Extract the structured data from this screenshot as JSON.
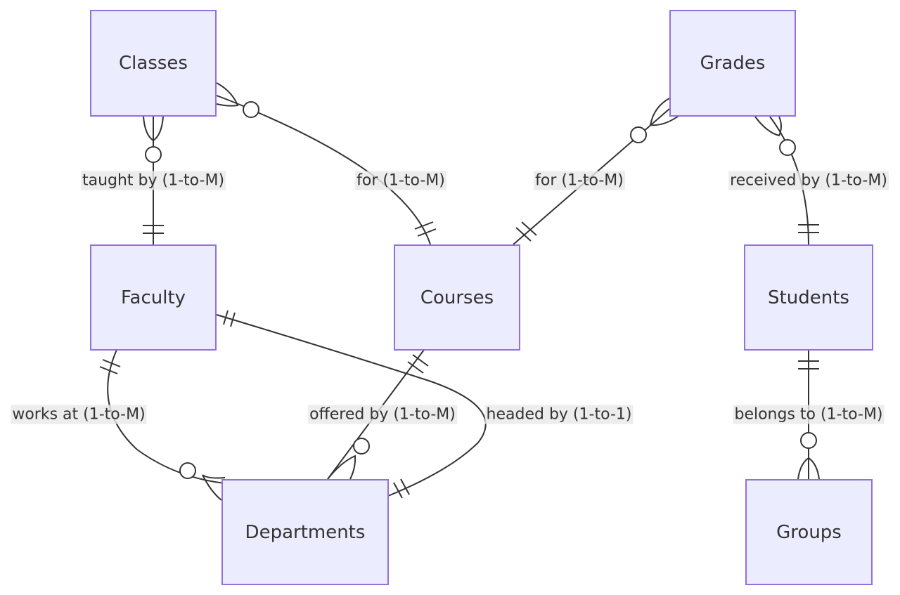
{
  "entities": {
    "classes": "Classes",
    "grades": "Grades",
    "faculty": "Faculty",
    "courses": "Courses",
    "students": "Students",
    "departments": "Departments",
    "groups": "Groups"
  },
  "relationships": [
    {
      "id": "classes-faculty",
      "from": "Classes",
      "to": "Faculty",
      "label": "taught by (1-to-M)"
    },
    {
      "id": "classes-courses",
      "from": "Classes",
      "to": "Courses",
      "label": "for (1-to-M)"
    },
    {
      "id": "grades-courses",
      "from": "Grades",
      "to": "Courses",
      "label": "for (1-to-M)"
    },
    {
      "id": "grades-students",
      "from": "Grades",
      "to": "Students",
      "label": "received by (1-to-M)"
    },
    {
      "id": "faculty-departments-works",
      "from": "Faculty",
      "to": "Departments",
      "label": "works at (1-to-M)"
    },
    {
      "id": "courses-departments",
      "from": "Courses",
      "to": "Departments",
      "label": "offered by (1-to-M)"
    },
    {
      "id": "faculty-departments-head",
      "from": "Faculty",
      "to": "Departments",
      "label": "headed by (1-to-1)"
    },
    {
      "id": "students-groups",
      "from": "Students",
      "to": "Groups",
      "label": "belongs to (1-to-M)"
    }
  ],
  "colors": {
    "entity_fill": "#ececff",
    "entity_border": "#9370db",
    "line": "#333333",
    "text": "#333333"
  }
}
